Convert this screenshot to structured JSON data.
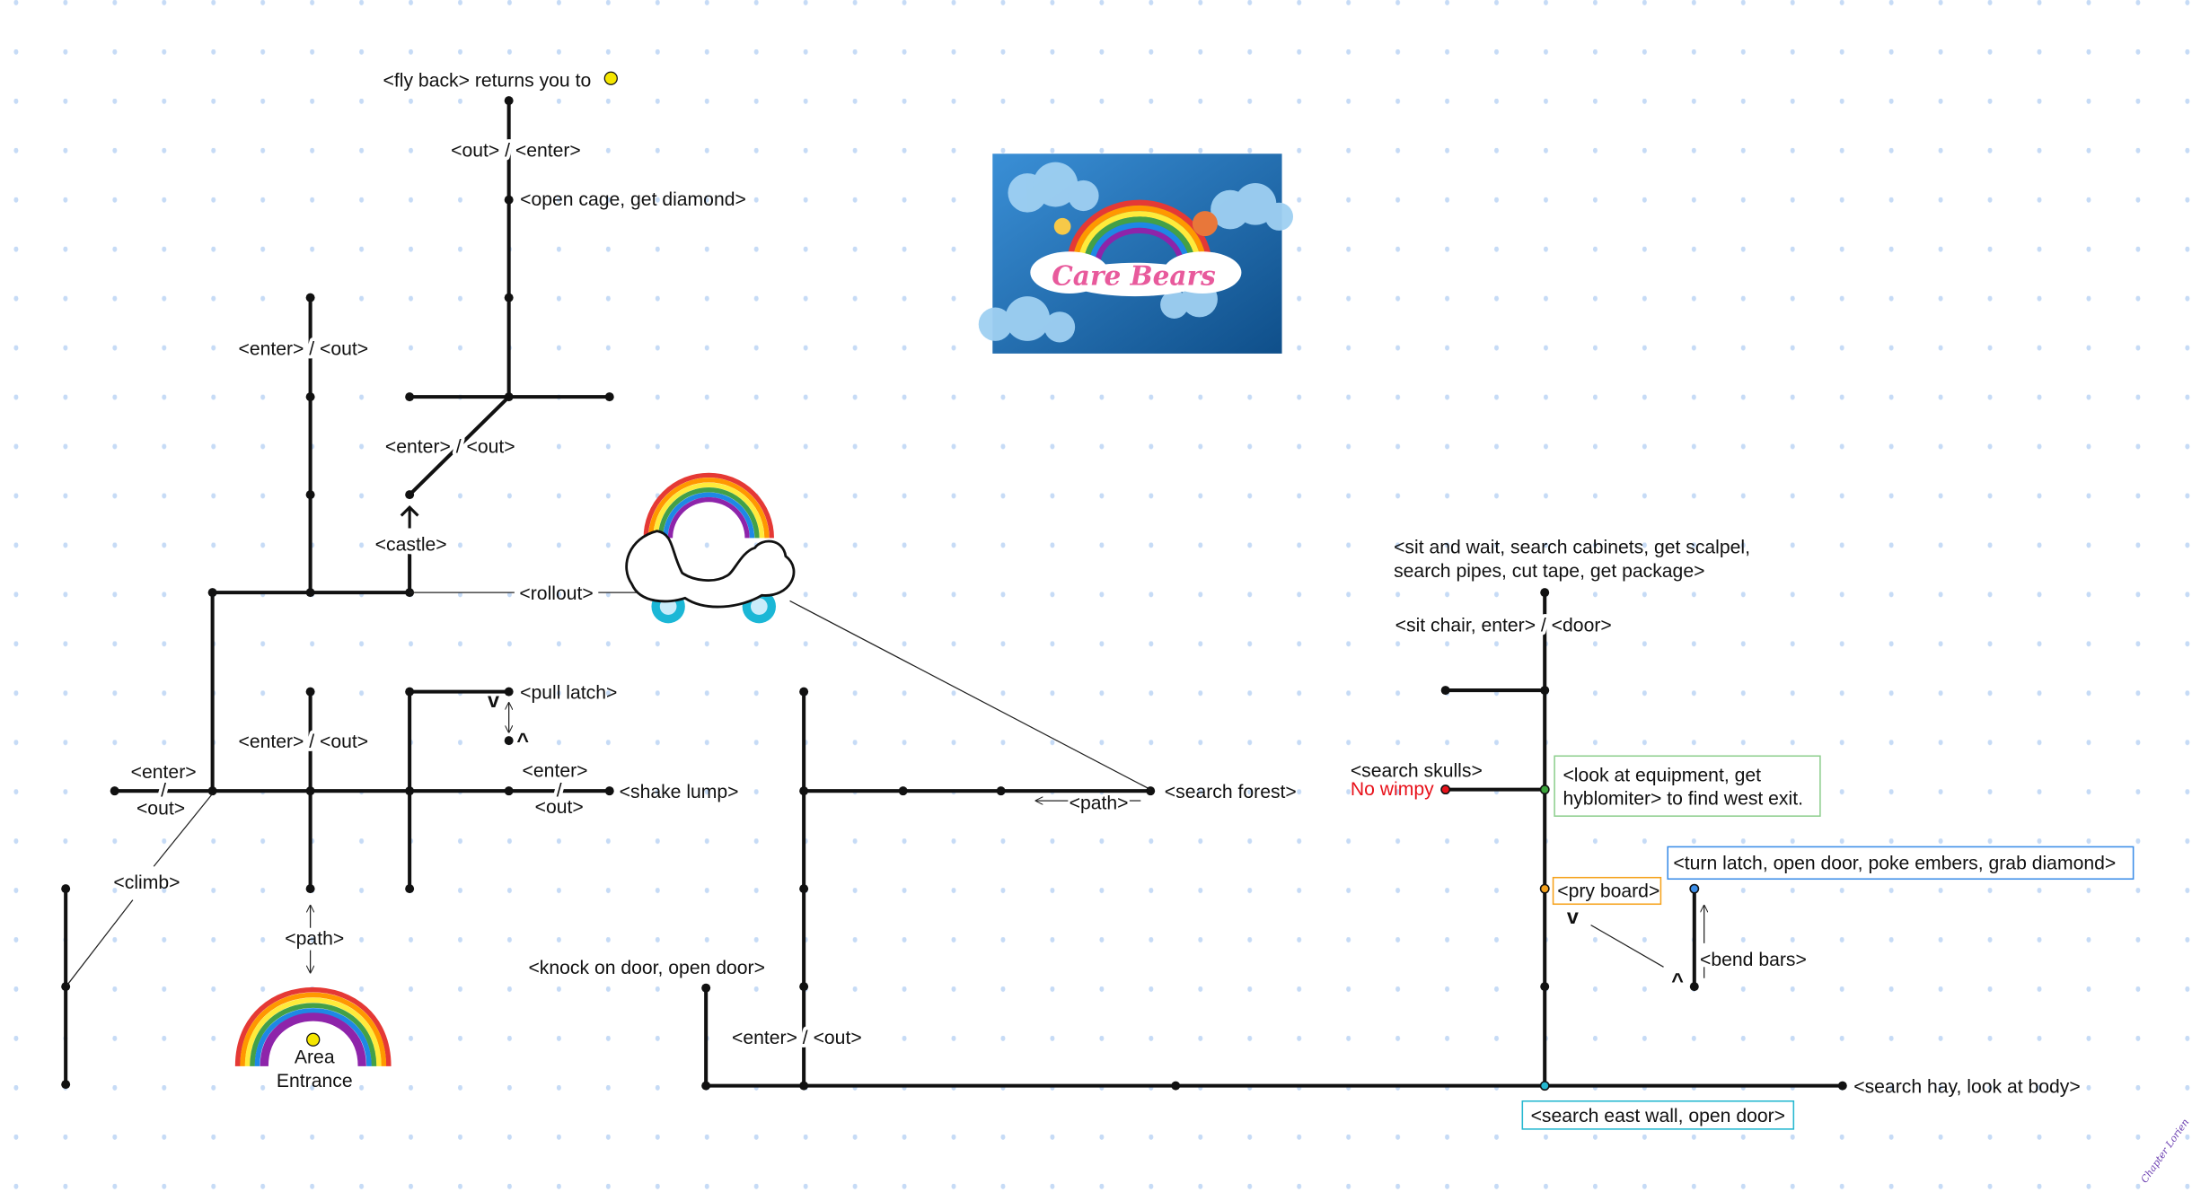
{
  "labels": {
    "fly_back": "<fly back> returns you to",
    "out_enter_top": "<out> / <enter>",
    "open_cage": "<open cage, get diamond>",
    "enter_out_left_top": "<enter> / <out>",
    "enter_out_diag": "<enter> / <out>",
    "castle": "<castle>",
    "rollout": "<rollout>",
    "enter_out_mid": "<enter> / <out>",
    "pull_latch": "<pull latch>",
    "enter_w": "<enter>",
    "slash_w": "/",
    "out_w": "<out>",
    "enter_e": "<enter>",
    "slash_e": "/",
    "out_e": "<out>",
    "shake_lump": "<shake lump>",
    "climb": "<climb>",
    "path_south": "<path>",
    "area": "Area",
    "entrance": "Entrance",
    "path_forest": "<path>",
    "search_forest": "<search forest>",
    "knock_door": "<knock on door, open door>",
    "enter_out_bottom": "<enter> / <out>",
    "search_hay": "<search hay, look at body>",
    "search_east_wall": "<search east wall, open door>",
    "sit_wait_1": "<sit and wait, search cabinets, get scalpel,",
    "sit_wait_2": "search pipes, cut tape, get package>",
    "sit_chair": "<sit chair, enter> / <door>",
    "search_skulls": "<search skulls>",
    "no_wimpy": "No wimpy",
    "equipment_1": "<look at equipment, get",
    "equipment_2": "hyblomiter> to find west exit.",
    "pry_board": "<pry board>",
    "turn_latch": "<turn latch, open door, poke embers, grab diamond>",
    "bend_bars": "<bend bars>",
    "caret_down": "v",
    "caret_up": "^"
  },
  "logo": {
    "text": "Care Bears"
  },
  "signature": {
    "text": "Chapter Lorien"
  },
  "icons": {
    "start_marker": "yellow-circle",
    "rollout_marker": "rainbow-cloud-wheels",
    "area_entrance_marker": "rainbow-arch"
  },
  "colors": {
    "grid_dot": "#c6dbf6",
    "start_marker": "#f5e600",
    "no_wimpy": "#e8121b",
    "green_box": "#8fcf8f",
    "orange_box": "#f6a21c",
    "blue_box": "#3c8ee8",
    "cyan_box": "#26b8d0"
  }
}
